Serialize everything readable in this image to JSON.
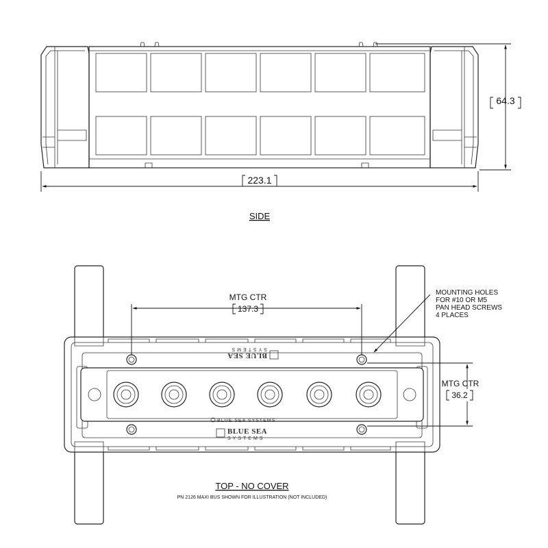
{
  "dimensions": {
    "height": "64.3",
    "length": "223.1",
    "mtg_ctr_label": "MTG CTR",
    "mtg_ctr_long": "137.3",
    "mtg_ctr_short": "36.2"
  },
  "views": {
    "side_label": "SIDE",
    "top_label": "TOP - NO COVER",
    "top_note": "PN 2126 MAXI BUS SHOWN FOR ILLUSTRATION (NOT INCLUDED)"
  },
  "callout": {
    "lines": [
      "MOUNTING HOLES",
      "FOR #10 OR M5",
      "PAN HEAD SCREWS",
      "4 PLACES"
    ]
  },
  "branding": {
    "name": "BLUE SEA",
    "sub": "SYSTEMS",
    "bar_text": "BLUE SEA SYSTEMS"
  }
}
